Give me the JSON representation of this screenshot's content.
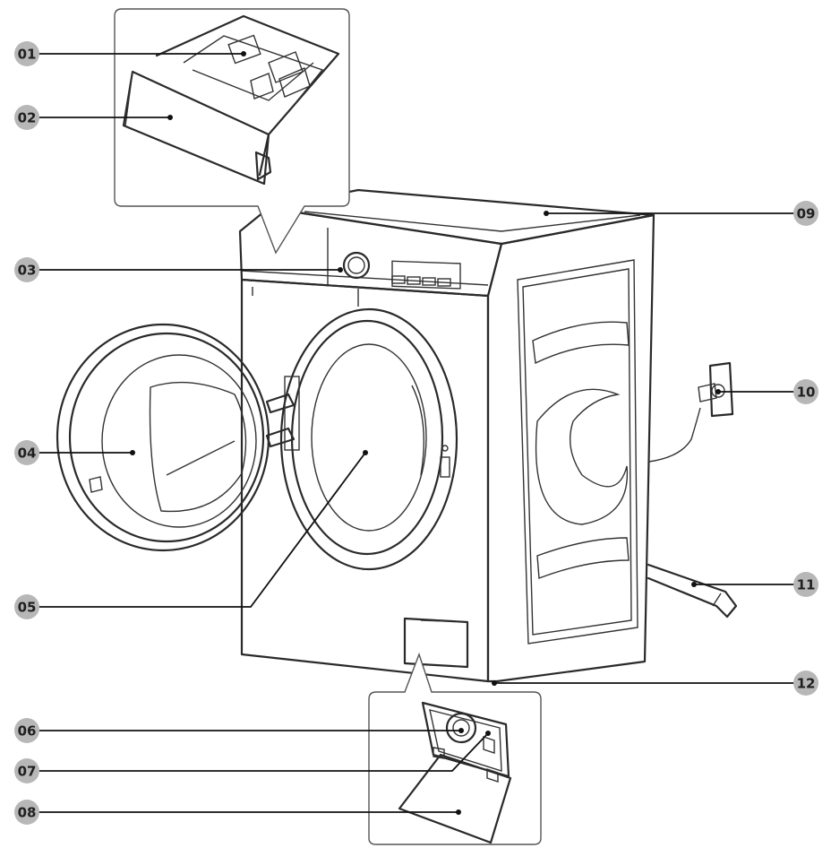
{
  "callouts": [
    {
      "id": "01"
    },
    {
      "id": "02"
    },
    {
      "id": "03"
    },
    {
      "id": "04"
    },
    {
      "id": "05"
    },
    {
      "id": "06"
    },
    {
      "id": "07"
    },
    {
      "id": "08"
    },
    {
      "id": "09"
    },
    {
      "id": "10"
    },
    {
      "id": "11"
    },
    {
      "id": "12"
    }
  ],
  "colors": {
    "badge": "#b7b7b7",
    "line": "#2a2a2a",
    "background": "#ffffff"
  }
}
